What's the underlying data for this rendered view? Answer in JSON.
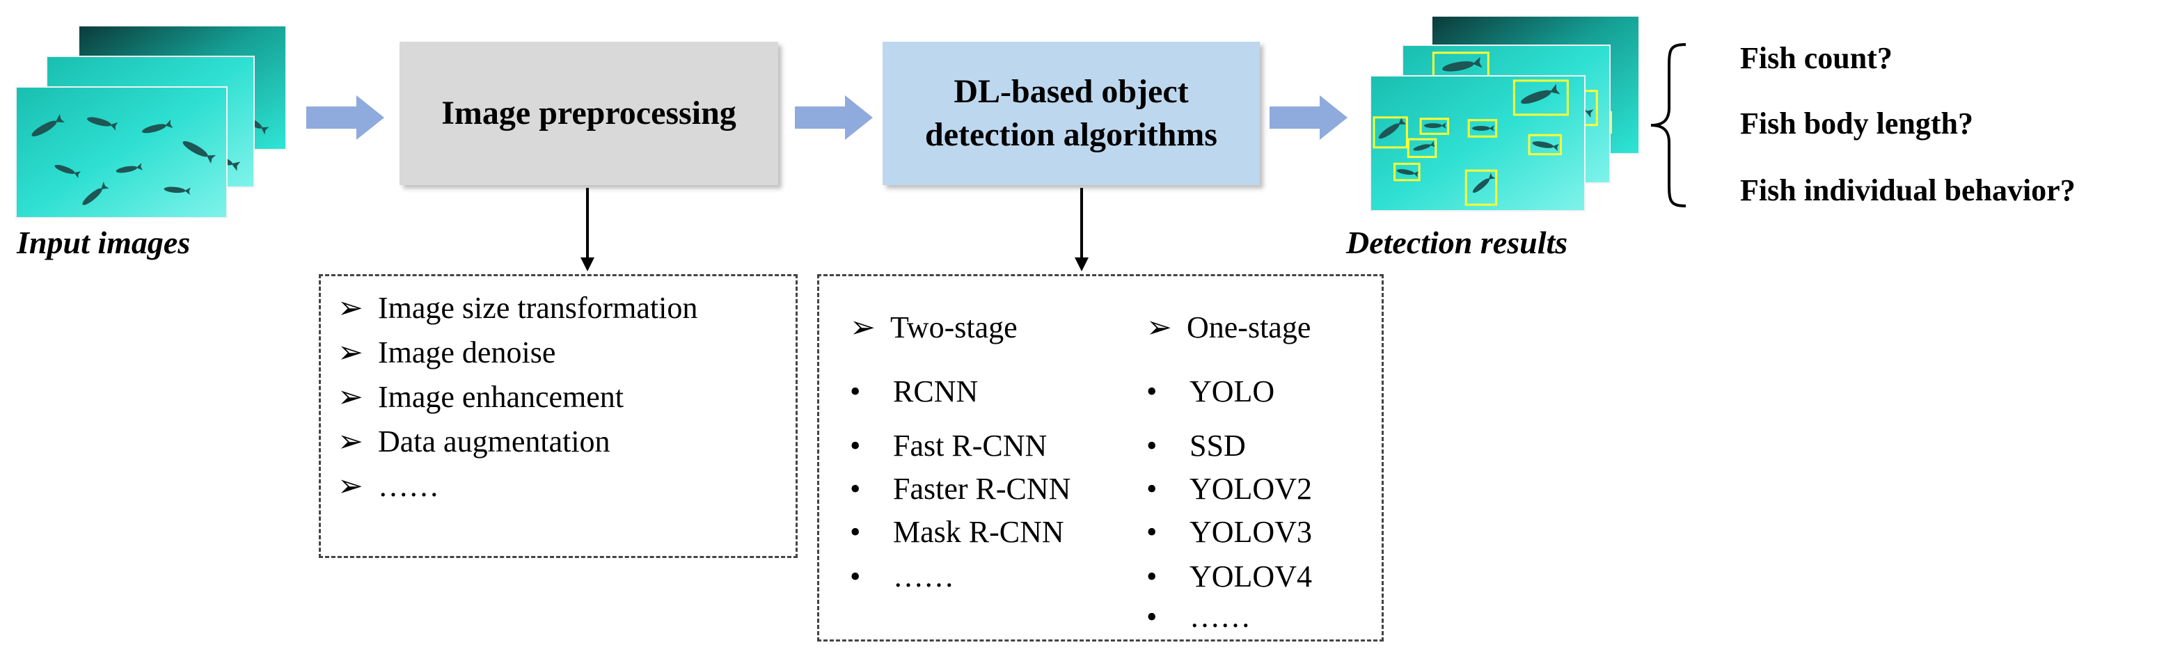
{
  "input": {
    "caption": "Input images"
  },
  "preprocessing": {
    "title": "Image preprocessing",
    "items": [
      "Image size transformation",
      "Image denoise",
      "Image enhancement",
      "Data augmentation",
      "……"
    ]
  },
  "detection": {
    "title_line1": "DL-based object",
    "title_line2": "detection algorithms",
    "two_stage": {
      "header": "Two-stage",
      "items": [
        "RCNN",
        "Fast R-CNN",
        "Faster R-CNN",
        "Mask R-CNN",
        "……"
      ]
    },
    "one_stage": {
      "header": "One-stage",
      "items": [
        "YOLO",
        "SSD",
        "YOLOV2",
        "YOLOV3",
        "YOLOV4",
        "……"
      ]
    }
  },
  "results": {
    "caption": "Detection results",
    "questions": [
      "Fish count?",
      "Fish body length?",
      "Fish individual behavior?"
    ]
  },
  "colors": {
    "arrow": "#8faadc",
    "gray_box": "#d9d9d9",
    "blue_box": "#bdd7ee",
    "water": "#22d3c5",
    "detection_box": "#ffff33"
  }
}
